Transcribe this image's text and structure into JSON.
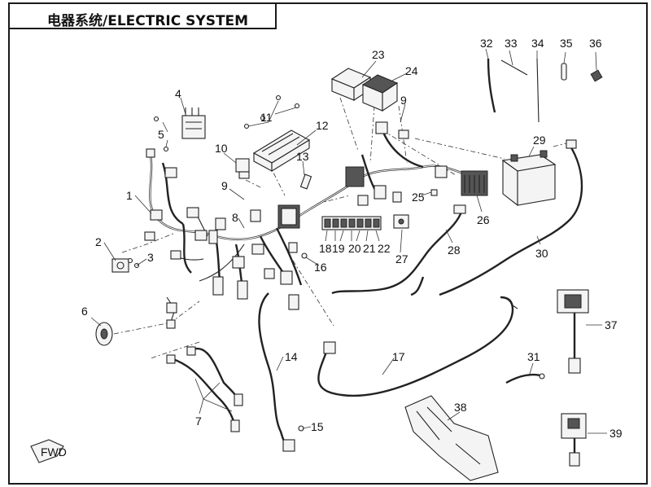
{
  "title": "电器系统/ELECTRIC SYSTEM",
  "callouts": [
    "1",
    "2",
    "3",
    "4",
    "5",
    "6",
    "7",
    "8",
    "9",
    "9",
    "10",
    "11",
    "12",
    "13",
    "14",
    "15",
    "16",
    "17",
    "18",
    "19",
    "20",
    "21",
    "22",
    "23",
    "24",
    "25",
    "26",
    "27",
    "28",
    "29",
    "30",
    "31",
    "32",
    "33",
    "34",
    "35",
    "36",
    "37",
    "38",
    "39"
  ],
  "fwd_label": "FWD"
}
